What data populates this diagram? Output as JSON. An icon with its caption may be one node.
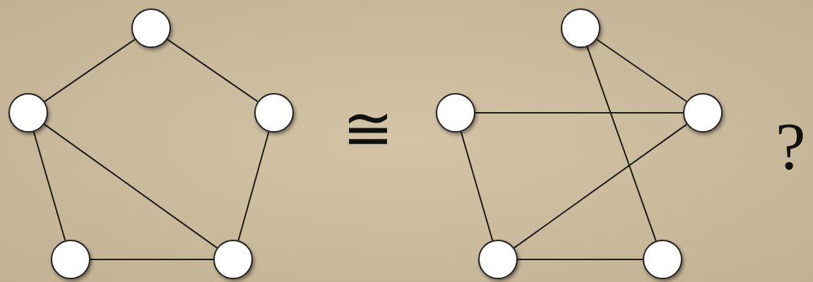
{
  "diagram": {
    "nodes": [
      {
        "text": [],
        "shape": "circle"
      },
      {
        "text": [],
        "shape": "circle"
      },
      {
        "text": [],
        "shape": "circle"
      },
      {
        "text": [],
        "shape": "circle"
      },
      {
        "text": [],
        "shape": "circle"
      },
      {
        "text": [],
        "shape": "circle"
      },
      {
        "text": [],
        "shape": "circle"
      },
      {
        "text": [],
        "shape": "circle"
      },
      {
        "text": [],
        "shape": "circle"
      },
      {
        "text": [],
        "shape": "circle"
      }
    ],
    "edges": [
      {
        "from": 0,
        "to": 1,
        "arrow": "none"
      },
      {
        "from": 0,
        "to": 2,
        "arrow": "none"
      },
      {
        "from": 1,
        "to": 4,
        "arrow": "none"
      },
      {
        "from": 1,
        "to": 3,
        "arrow": "none"
      },
      {
        "from": 3,
        "to": 4,
        "arrow": "none"
      },
      {
        "from": 2,
        "to": 4,
        "arrow": "none"
      },
      {
        "from": 5,
        "to": 7,
        "arrow": "none"
      },
      {
        "from": 5,
        "to": 9,
        "arrow": "none"
      },
      {
        "from": 6,
        "to": 7,
        "arrow": "none"
      },
      {
        "from": 6,
        "to": 8,
        "arrow": "none"
      },
      {
        "from": 8,
        "to": 7,
        "arrow": "none"
      },
      {
        "from": 8,
        "to": 9,
        "arrow": "none"
      }
    ],
    "labels": [
      "≅",
      "?"
    ]
  }
}
